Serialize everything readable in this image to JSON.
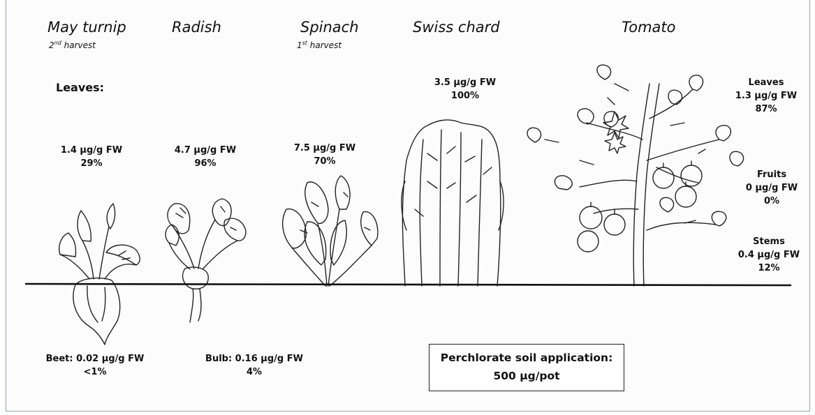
{
  "plants": [
    {
      "name": "May turnip",
      "harvest_num": "2",
      "harvest_sup": "nd",
      "harvest_rest": " harvest"
    },
    {
      "name": "Radish"
    },
    {
      "name": "Spinach",
      "harvest_num": "1",
      "harvest_sup": "st",
      "harvest_rest": " harvest"
    },
    {
      "name": "Swiss chard"
    },
    {
      "name": "Tomato"
    }
  ],
  "leaves_heading": "Leaves:",
  "leaf_values": [
    {
      "conc": "1.4 µg/g FW",
      "pct": "29%"
    },
    {
      "conc": "4.7 µg/g FW",
      "pct": "96%"
    },
    {
      "conc": "7.5  µg/g FW",
      "pct": "70%"
    },
    {
      "conc": "3.5  µg/g FW",
      "pct": "100%"
    }
  ],
  "tomato_parts": [
    {
      "label": "Leaves",
      "conc": "1.3 µg/g FW",
      "pct": "87%"
    },
    {
      "label": "Fruits",
      "conc": "0 µg/g FW",
      "pct": "0%"
    },
    {
      "label": "Stems",
      "conc": "0.4 µg/g FW",
      "pct": "12%"
    }
  ],
  "root_values": [
    {
      "conc": "Beet: 0.02  µg/g FW",
      "pct": "<1%"
    },
    {
      "conc": "Bulb: 0.16  µg/g FW",
      "pct": "4%"
    }
  ],
  "application": {
    "line1": "Perchlorate soil application:",
    "line2": "500 µg/pot"
  }
}
